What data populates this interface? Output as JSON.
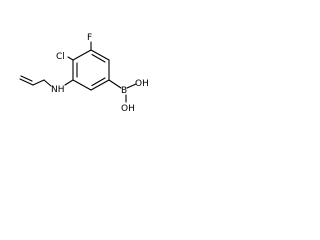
{
  "molecule": {
    "atoms": {
      "fluorine": "F",
      "chlorine": "Cl",
      "boron": "B",
      "hydroxyl_upper": "OH",
      "hydroxyl_lower": "OH",
      "amine": "NH"
    }
  },
  "colors": {
    "bond": "#000000",
    "text": "#000000",
    "background": "#ffffff"
  }
}
